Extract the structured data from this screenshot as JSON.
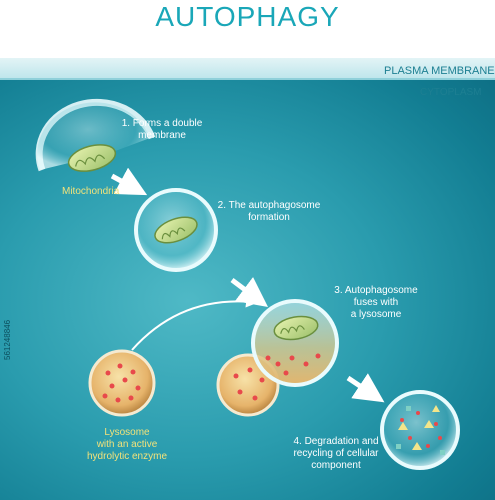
{
  "title": "AUTOPHAGY",
  "labels": {
    "plasma_membrane": "PLASMA MEMBRANE",
    "cytoplasm": "CYTOPLASM",
    "step1_line1": "1. Forms a double",
    "step1_line2": "membrane",
    "mitochondria": "Mitochondria",
    "step2_line1": "2. The autophagosome",
    "step2_line2": "formation",
    "step3_line1": "3. Autophagosome",
    "step3_line2": "fuses with",
    "step3_line3": "a lysosome",
    "lysosome_line1": "Lysosome",
    "lysosome_line2": "with an active",
    "lysosome_line3": "hydrolytic enzyme",
    "step4_line1": "4. Degradation and",
    "step4_line2": "recycling of cellular",
    "step4_line3": "component"
  },
  "watermark": "561248846",
  "colors": {
    "title": "#1aa7b8",
    "cytoplasm_bg": "#2a9cae",
    "yellow_label": "#f2e27a",
    "enzyme_dot": "#e8494b"
  }
}
